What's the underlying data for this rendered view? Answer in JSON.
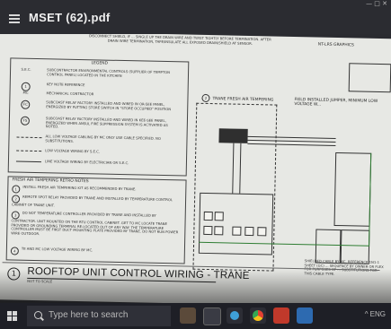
{
  "window": {
    "title": "MSET (62).pdf",
    "top_right_fragment": "— □ ✕"
  },
  "document": {
    "top_note": "DISCONNECT SHIELD, IF ... SINGLE UP THE DRAIN WIRE AND TWIST TIGHTLY BEFORE TERMINATION. AFTER DRAIN WIRE TERMINATION, TAPE/INSULATE ALL EXPOSED DRAIN/SHIELD AT SENSOR.",
    "nt_graphics": "NT-LRS GRAPHICS",
    "legend": {
      "title": "LEGEND",
      "rows": [
        {
          "symbol": "S.E.C.",
          "text": "SUBCONTRACTOR ENVIRONMENTAL CONTROLS (SUPPLIER OF TEMPTON CONTROL PANEL) LOCATED IN THE KITCHEN"
        },
        {
          "symbol": "1",
          "text": "KEY NOTE REFERENCE"
        },
        {
          "symbol": "MC",
          "text": "MECHANICAL CONTRACTOR"
        },
        {
          "symbol": "FC",
          "text": "SUBCOAST RELAY FACTORY INSTALLED AND WIRED IN OR-SEE PANEL, ENERGIZED BY PUTTING STORE SWITCH IN \"STORE OCCUPIED\" POSITION"
        },
        {
          "symbol": "FS",
          "text": "SUBCOAST RELAY FACTORY INSTALLED AND WIRED IN KEE-SEE PANEL, ENERGIZED WHEN ANSUL FIRE SUPPRESSION SYSTEM IS ACTIVATED AS NOTED."
        },
        {
          "symbol": "",
          "text": "ALL LOW VOLTAGE CABLING BY MC ONLY USE CABLE SPECIFIED. NO SUBSTITUTIONS."
        },
        {
          "symbol": "",
          "text": "LOW VOLTAGE WIRING BY S.E.C."
        },
        {
          "symbol": "",
          "text": "LINE VOLTAGE WIRING BY ELECTRICIAN OR S.E.C."
        }
      ]
    },
    "notes": {
      "title": "FRESH AIR TEMPERING RETRO NOTES",
      "rows": [
        {
          "num": "1",
          "text": "INSTALL FRESH AIR TEMPERING KIT AS RECOMMENDED BY TRANE."
        },
        {
          "num": "2",
          "text": "REMOTE SPOT RELAY PROVIDED BY TRANE AND INSTALLED BY TEMPERATURE CONTROL CABINET OF TRANE UNIT."
        },
        {
          "num": "3",
          "text": "DO NOT TEMPERATURE CONTROLLER PROVIDED BY TRANE AND INSTALLED BY CONTRACTOR. UNIT MOUNTED ON THE RTU CONTROL CABINET. GET TO MC LOCATE TRANE PROVIDED OR GROUNDING TERMINAL RE-LOCATED OUT OF ANY WAY. THE TEMPERATURE CONTROLLER MUST BE FIRST DUCT MOUNTING PLATE PROVIDED BY TRANE. DO NOT RUN POWER WIRE OUTDOOR."
        },
        {
          "num": "4",
          "text": "TE AND MC LOW VOLTAGE WIRING BY MC."
        }
      ]
    },
    "diagram": {
      "note_num": "2",
      "label": "TRANE FRESH AIR TEMPERING",
      "field_label": "FIELD INSTALLED JUMPER, MINIMUM LOW VOLTAGE W...",
      "bottom_note": "SHIELDED CABLE BY MC, REFERENCE 1N1-1 SHEET (GC) ... SEQUENCE BY OWNER OR FLEX FOR PURPOSES OF ... SUBSTITUTIONS FOR THIS CABLE TYPE."
    },
    "bottom_title": {
      "num": "1",
      "text": "ROOFTOP UNIT CONTROL WIRING - TRANE",
      "sub": "NOT TO SCALE"
    }
  },
  "taskbar": {
    "search_placeholder": "Type here to search",
    "tray_text": "^  ENG"
  }
}
